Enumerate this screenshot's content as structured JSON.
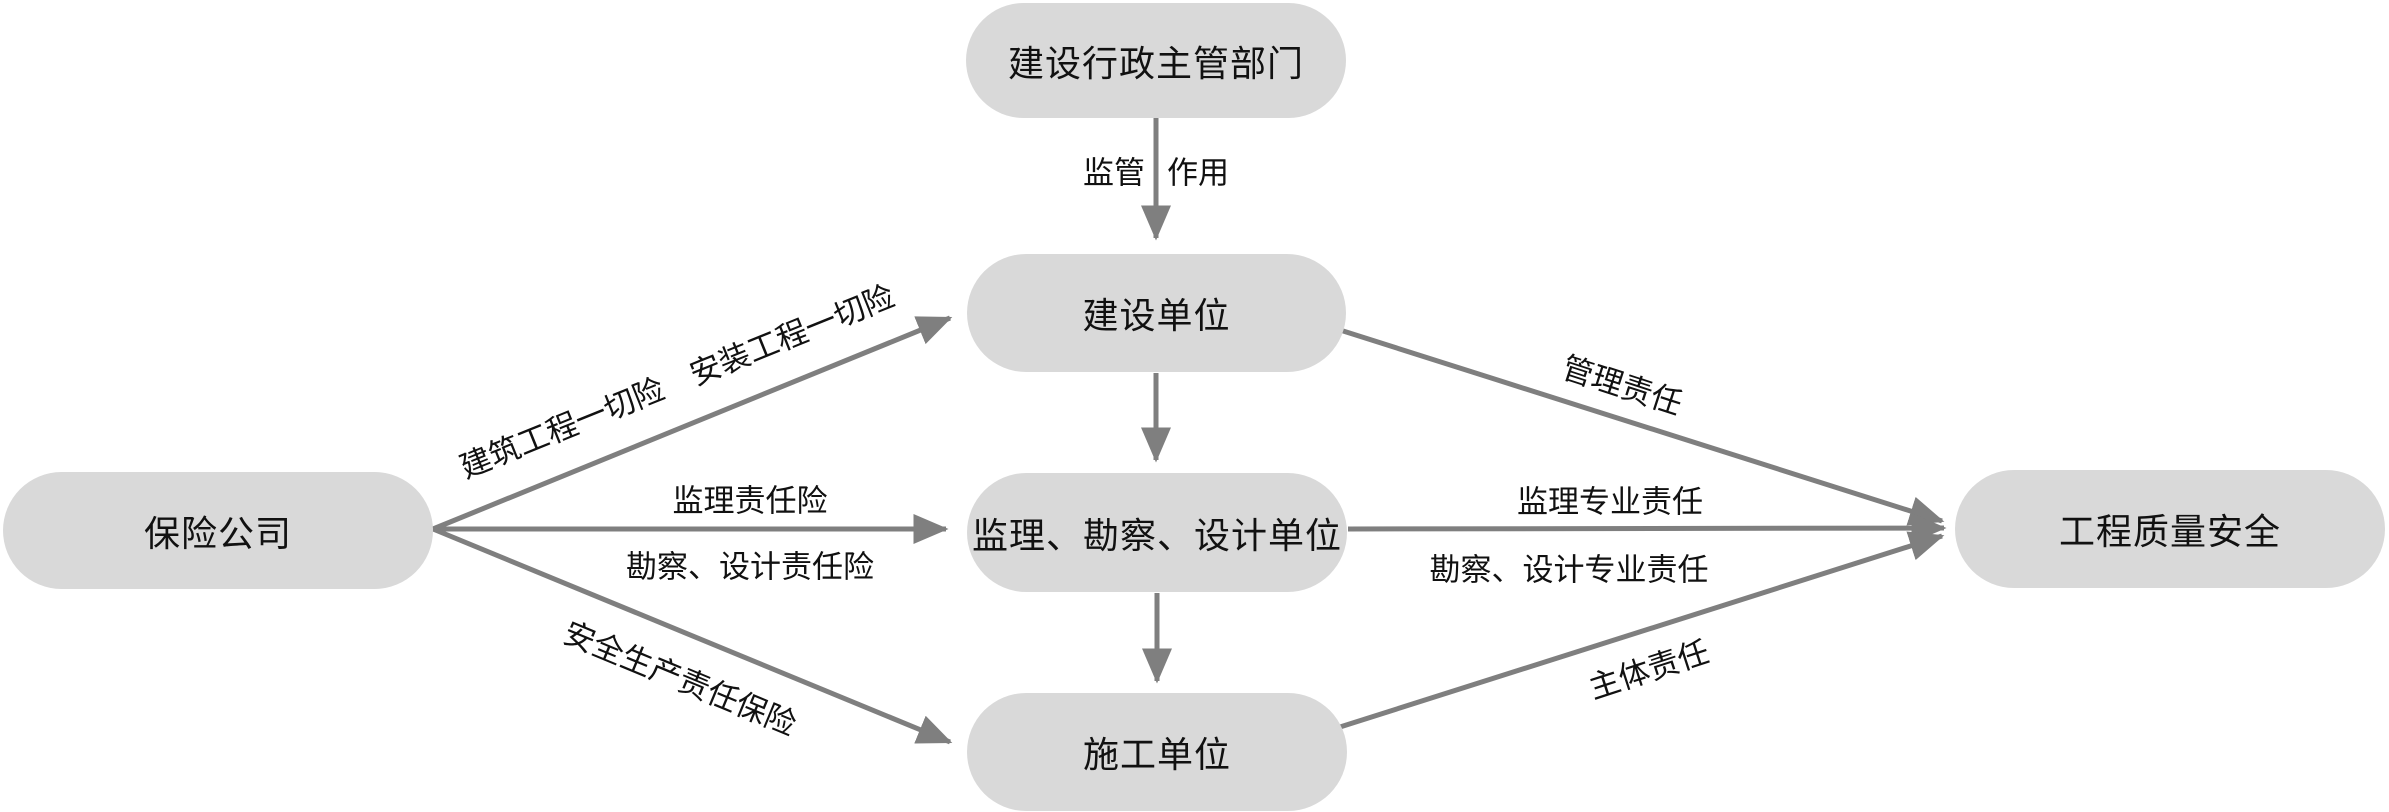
{
  "nodes": {
    "admin": "建设行政主管部门",
    "builder": "建设单位",
    "supervisor": "监理、勘察、设计单位",
    "constructor": "施工单位",
    "insurance": "保险公司",
    "quality": "工程质量安全"
  },
  "edge_labels": {
    "regulate": "监管",
    "effect": "作用",
    "construction_all_risk": "建筑工程一切险　安装工程一切险",
    "supervision_liability": "监理责任险",
    "survey_design_liability": "勘察、设计责任险",
    "work_safety_liability": "安全生产责任保险",
    "management_duty": "管理责任",
    "supervision_professional_duty": "监理专业责任",
    "survey_design_professional_duty": "勘察、设计专业责任",
    "principal_duty": "主体责任"
  },
  "colors": {
    "node_fill": "#d9d9d9",
    "arrow": "#7f7f7f",
    "text": "#111111"
  }
}
